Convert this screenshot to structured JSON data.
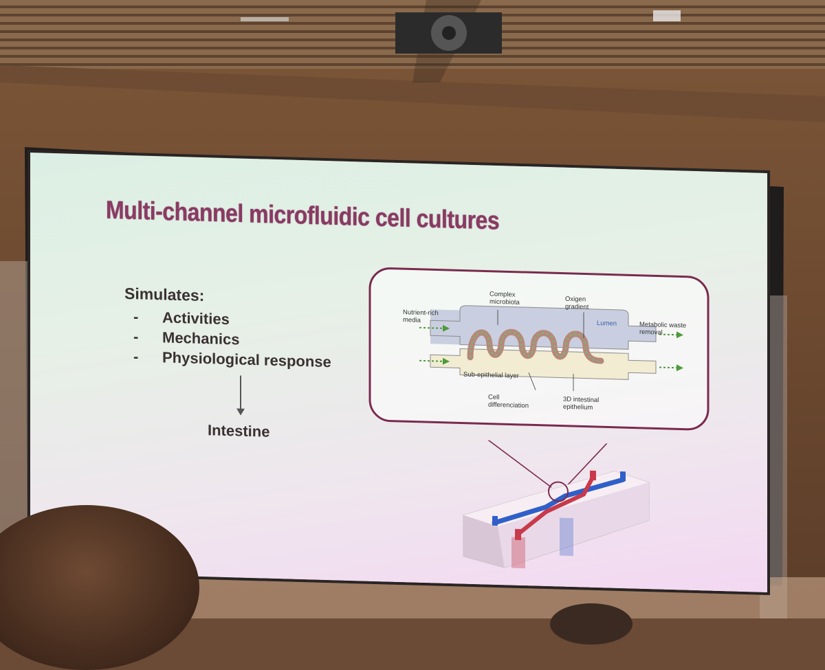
{
  "slide": {
    "title": "Multi-channel microfluidic cell cultures",
    "simulates_label": "Simulates:",
    "bullets": [
      "Activities",
      "Mechanics",
      "Physiological response"
    ],
    "bullet_marker": "-",
    "target": "Intestine"
  },
  "diagram": {
    "labels": {
      "nutrient": "Nutrient-rich media",
      "microbiota": "Complex microbiota",
      "oxygen": "Oxigen gradient",
      "lumen": "Lumen",
      "waste": "Metabolic waste removal",
      "sub_epithelial": "Sub-epithelial layer",
      "cell_diff": "Cell differenciation",
      "epithelium": "3D intestinal epithelium"
    }
  },
  "colors": {
    "title": "#8a3a63",
    "frame": "#7a2a4e",
    "channel_top": "#c9cfe0",
    "channel_bottom": "#f1ecd2",
    "flow_arrow": "#4e9a3a",
    "chip_blue": "#2f5fc8",
    "chip_red": "#c83a4a"
  }
}
